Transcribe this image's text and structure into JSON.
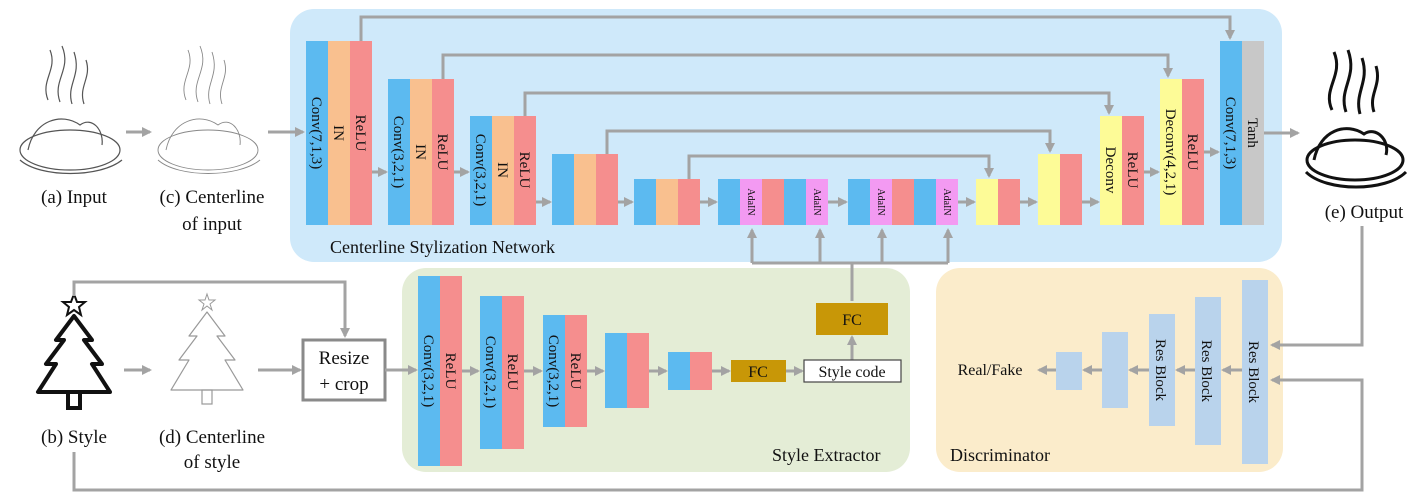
{
  "colors": {
    "stylization_panel": "#cfe9fa",
    "extractor_panel": "#e4edd6",
    "discriminator_panel": "#fbeccb",
    "conv": "#5cbaf0",
    "norm": "#f9c08f",
    "relu": "#f58e8e",
    "adain": "#f39af2",
    "deconv": "#fdfb97",
    "tanh": "#c8c8c8",
    "fc": "#c89707",
    "resblock": "#b9d3ec",
    "arrow": "#a3a3a3"
  },
  "panels": {
    "stylization": "Centerline Stylization Network",
    "extractor": "Style Extractor",
    "discriminator": "Discriminator"
  },
  "images": {
    "input": "(a) Input",
    "centerline_input": [
      "(c) Centerline",
      "of input"
    ],
    "output": "(e) Output",
    "style": "(b) Style",
    "centerline_style": [
      "(d) Centerline",
      "of style"
    ]
  },
  "generator": {
    "enc1": [
      "Conv(7,1,3)",
      "IN",
      "ReLU"
    ],
    "enc2": [
      "Conv(3,2,1)",
      "IN",
      "ReLU"
    ],
    "enc3": [
      "Conv(3,2,1)",
      "IN",
      "ReLU"
    ],
    "adain": "AdaIN",
    "dec1": [
      "Deconv",
      "ReLU"
    ],
    "dec2": [
      "Deconv(4,2,1)",
      "ReLU"
    ],
    "final": [
      "Conv(7,1,3)",
      "Tanh"
    ]
  },
  "resize": [
    "Resize",
    "+ crop"
  ],
  "extractor": {
    "conv1": [
      "Conv(3,2,1)",
      "ReLU"
    ],
    "conv2": [
      "Conv(3,2,1)",
      "ReLU"
    ],
    "conv3": [
      "Conv(3,2,1)",
      "ReLU"
    ],
    "fc": "FC",
    "style_code": "Style code"
  },
  "discriminator": {
    "res_block": "Res Block",
    "real_fake": "Real/Fake"
  }
}
